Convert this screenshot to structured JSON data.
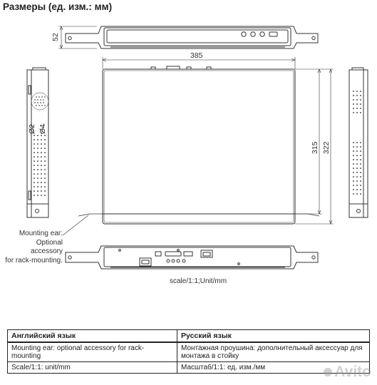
{
  "title": "Размеры (ед. изм.: мм)",
  "dimensions": {
    "height": "52",
    "width": "385",
    "depth_inner": "315",
    "depth_outer": "322",
    "diameter_small": "Ø2",
    "diameter_large": "Ø4"
  },
  "note_lines": [
    "Mounting ear:",
    "Optional accessory",
    "for rack-mounting."
  ],
  "scale_text": "scale/1:1;Unit/mm",
  "table": {
    "headers": [
      "Английский язык",
      "Русский язык"
    ],
    "rows": [
      [
        "Mounting ear: optional accessory for rack-mounting",
        "Монтажная проушина: дополнительный аксессуар для монтажа в стойку"
      ],
      [
        "Scale/1:1: unit/mm",
        "Масштаб/1:1: ед. изм./мм"
      ]
    ]
  },
  "watermark": "Avito"
}
